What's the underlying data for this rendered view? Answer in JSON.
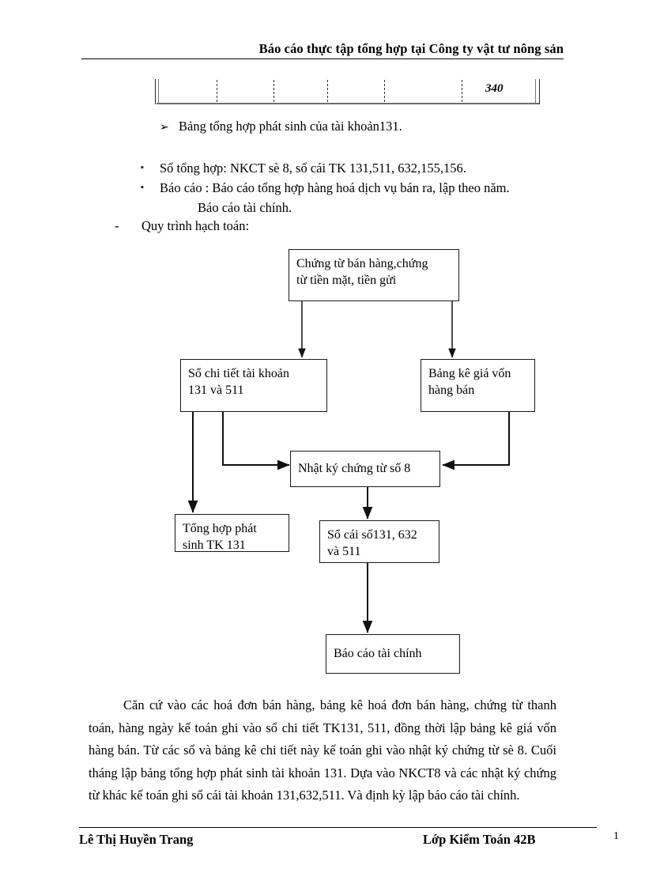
{
  "document": {
    "header_title": "Báo cáo thực tập tổng hợp tại Công ty vật tư nông sản",
    "page_number": "1"
  },
  "table_fragment": {
    "last_cell_value": "340",
    "column_separator_count": 5
  },
  "arrow_bullet": {
    "marker": "➢",
    "text": "Bảng tổng hợp phát sinh của tài khoản131."
  },
  "square_bullets": {
    "marker": "▪",
    "items": [
      "Sổ tổng hợp: NKCT sè 8, sổ cái TK 131,511, 632,155,156.",
      "Báo cáo : Báo cáo tổng hợp hàng hoá dịch vụ bán ra, lập theo năm."
    ],
    "sub_line": "Báo cáo tài chính."
  },
  "dash_bullet": {
    "marker": "-",
    "text": "Quy trình hạch toán:"
  },
  "flowchart": {
    "title": "Quy trình hạch toán",
    "boxes": [
      {
        "id": "chung-tu",
        "label": "Chứng từ bán hàng,chứng\ntừ tiền mặt, tiền gửi"
      },
      {
        "id": "so-chi-tiet",
        "label": "Sổ chi tiết tài khoản\n131 và 511"
      },
      {
        "id": "bang-ke",
        "label": "Bảng kê giá vốn\nhàng bán"
      },
      {
        "id": "nhat-ky",
        "label": "Nhật ký chứng từ số 8"
      },
      {
        "id": "tong-hop",
        "label": "Tổng hợp phát\nsinh TK 131"
      },
      {
        "id": "so-cai",
        "label": "Sổ cái số131, 632\nvà 511"
      },
      {
        "id": "bao-cao",
        "label": "Báo cáo tài chính"
      }
    ],
    "edges": [
      {
        "from": "chung-tu",
        "to": "so-chi-tiet"
      },
      {
        "from": "chung-tu",
        "to": "bang-ke"
      },
      {
        "from": "so-chi-tiet",
        "to": "nhat-ky"
      },
      {
        "from": "bang-ke",
        "to": "nhat-ky"
      },
      {
        "from": "so-chi-tiet",
        "to": "tong-hop"
      },
      {
        "from": "nhat-ky",
        "to": "so-cai"
      },
      {
        "from": "so-cai",
        "to": "bao-cao"
      }
    ]
  },
  "paragraph": {
    "text": "Căn cứ vào các hoá đơn bán hàng, bảng kê hoá đơn bán hàng, chứng từ thanh toán, hàng ngày kế toán ghi vào sổ chi tiết TK131, 511, đồng thời lập bảng kê giá vốn hàng bán. Từ các sổ và bảng kê chi tiết này kế toán ghi vào nhật ký chứng từ sè 8. Cuối tháng lập bảng tổng hợp phát sinh tài khoản 131. Dựa vào NKCT8 và các nhật ký chứng từ khác kế toán ghi sổ cái tài khoản 131,632,511. Và định kỳ lập báo cáo tài chính."
  },
  "footer": {
    "author": "Lê Thị Huyền Trang",
    "class": "Lớp Kiểm Toán 42B"
  }
}
